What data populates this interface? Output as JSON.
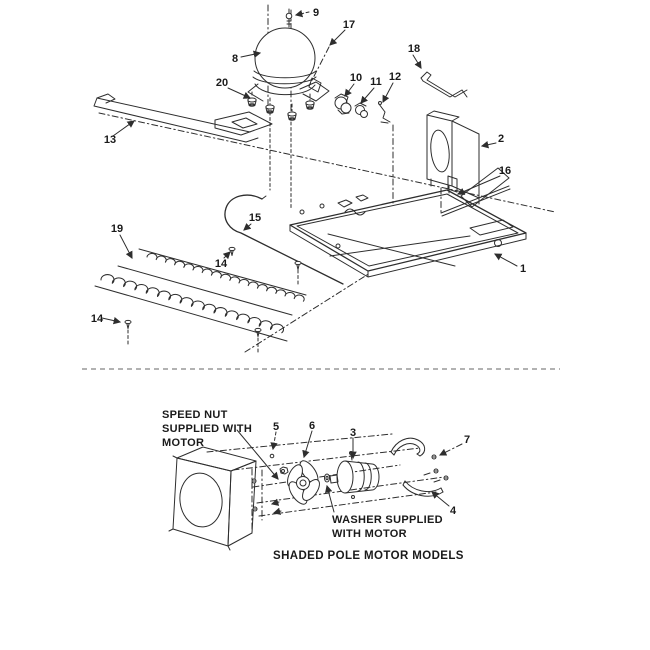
{
  "diagram": {
    "type": "exploded-parts-diagram",
    "callouts": {
      "n1": "1",
      "n2": "2",
      "n3": "3",
      "n4": "4",
      "n5": "5",
      "n6": "6",
      "n7": "7",
      "n8": "8",
      "n9": "9",
      "n10": "10",
      "n11": "11",
      "n12": "12",
      "n13": "13",
      "n14a": "14",
      "n14b": "14",
      "n15": "15",
      "n16": "16",
      "n17": "17",
      "n18": "18",
      "n19": "19",
      "n20": "20"
    },
    "notes": {
      "speed_nut_l1": "SPEED NUT",
      "speed_nut_l2": "SUPPLIED WITH",
      "speed_nut_l3": "MOTOR",
      "washer_l1": "WASHER SUPPLIED",
      "washer_l2": "WITH MOTOR"
    },
    "caption": "SHADED POLE MOTOR MODELS",
    "colors": {
      "line": "#2e2e2e",
      "text": "#1a1a1a",
      "divider": "#999999",
      "background": "#ffffff"
    }
  }
}
